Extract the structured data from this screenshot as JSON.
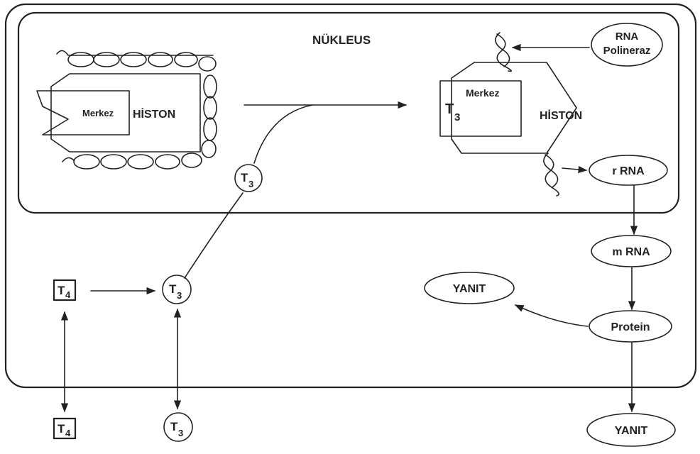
{
  "nucleus": {
    "title": "NÜKLEUS",
    "left_complex": {
      "center_label": "Merkez",
      "histone_label": "HİSTON"
    },
    "right_complex": {
      "t3_label": "T",
      "t3_sub": "3",
      "center_label": "Merkez",
      "histone_label": "HİSTON"
    },
    "rna_polymerase": {
      "line1": "RNA",
      "line2": "Polineraz"
    },
    "r_rna": "r RNA",
    "t3_inside": {
      "label": "T",
      "sub": "3"
    }
  },
  "cytoplasm": {
    "t4_box": {
      "label": "T",
      "sub": "4"
    },
    "t3_circle": {
      "label": "T",
      "sub": "3"
    },
    "m_rna": "m RNA",
    "protein": "Protein",
    "yanit_inner": "YANIT"
  },
  "outside": {
    "t4_box": {
      "label": "T",
      "sub": "4"
    },
    "t3_circle": {
      "label": "T",
      "sub": "3"
    },
    "yanit": "YANIT"
  }
}
